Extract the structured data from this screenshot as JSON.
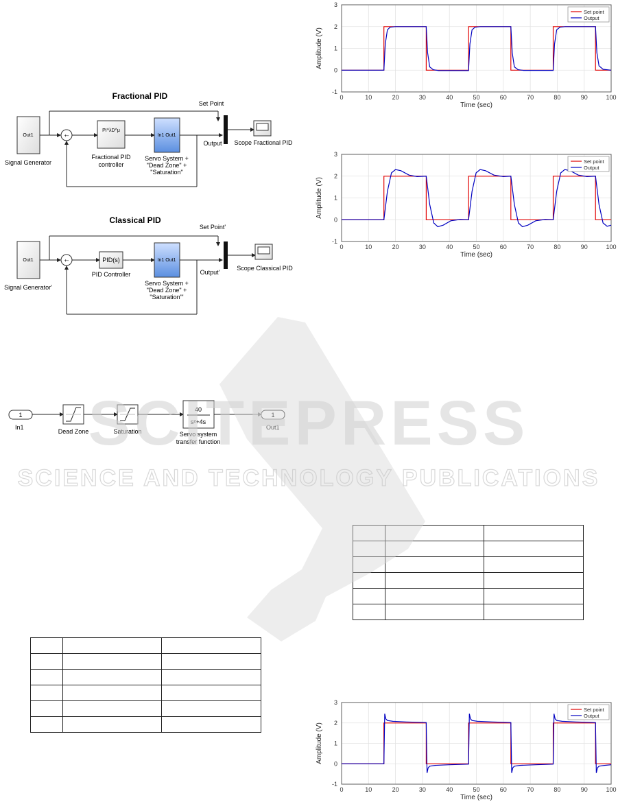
{
  "diagram_top": {
    "title_fractional": "Fractional PID",
    "title_classical": "Classical PID",
    "frac": {
      "signal_block": "Out1",
      "signal_label": "Signal Generator",
      "sum_signs": "+-",
      "controller_block": "PI^λD^μ",
      "controller_label_1": "Fractional PID",
      "controller_label_2": "controller",
      "servo_block": "In1 Out1",
      "servo_label_1": "Servo System +",
      "servo_label_2": "\"Dead Zone\" +",
      "servo_label_3": "\"Saturation\"",
      "setpoint_label": "Set Point",
      "output_label": "Output",
      "scope_label": "Scope Fractional PID"
    },
    "classic": {
      "signal_block": "Out1",
      "signal_label": "Signal Generator'",
      "sum_signs": "+-",
      "controller_block": "PID(s)",
      "controller_label": "PID Controller",
      "servo_block": "In1 Out1",
      "servo_label_1": "Servo System +",
      "servo_label_2": "\"Dead Zone\" +",
      "servo_label_3": "\"Saturation\"'",
      "setpoint_label": "Set Point'",
      "output_label": "Output'",
      "scope_label": "Scope Classical PID"
    }
  },
  "diagram_servo": {
    "in_port": "1",
    "in_label": "In1",
    "deadzone_label": "Dead Zone",
    "saturation_label": "Saturation",
    "tf_num": "40",
    "tf_den": "s²+4s",
    "tf_label_1": "Servo system",
    "tf_label_2": "transfer function",
    "out_port": "1",
    "out_label": "Out1"
  },
  "watermark": {
    "big": "SCITEPRESS",
    "small": "SCIENCE AND TECHNOLOGY PUBLICATIONS"
  },
  "chart_data": [
    {
      "type": "line",
      "xlabel": "Time (sec)",
      "ylabel": "Amplitude (V)",
      "xlim": [
        0,
        100
      ],
      "ylim": [
        -1,
        3
      ],
      "xticks": [
        0,
        10,
        20,
        30,
        40,
        50,
        60,
        70,
        80,
        90,
        100
      ],
      "yticks": [
        -1,
        0,
        1,
        2,
        3
      ],
      "grid": true,
      "legend_position": "top-right",
      "series": [
        {
          "name": "Set point",
          "color": "#e00000",
          "x": [
            0,
            15.7,
            15.7,
            31.4,
            31.4,
            47.1,
            47.1,
            62.8,
            62.8,
            78.5,
            78.5,
            94.2,
            94.2,
            100
          ],
          "y": [
            0,
            0,
            2,
            2,
            0,
            0,
            2,
            2,
            0,
            0,
            2,
            2,
            0,
            0
          ]
        },
        {
          "name": "Output",
          "color": "#0000c0",
          "x": [
            0,
            15.7,
            16.2,
            17,
            18,
            20,
            31.4,
            31.9,
            32.7,
            34,
            36,
            47.1,
            47.6,
            48.4,
            49.5,
            51.5,
            62.8,
            63.3,
            64.1,
            65.5,
            67.5,
            78.5,
            79,
            79.8,
            81,
            83,
            94.2,
            94.7,
            95.5,
            97,
            100
          ],
          "y": [
            0,
            0,
            1.2,
            1.85,
            1.97,
            2,
            2,
            0.8,
            0.15,
            0.02,
            -0.02,
            -0.02,
            1.2,
            1.85,
            1.97,
            2,
            2,
            0.8,
            0.15,
            0.02,
            -0.01,
            -0.01,
            1.2,
            1.85,
            1.97,
            2,
            2,
            0.8,
            0.2,
            0.04,
            0
          ]
        }
      ]
    },
    {
      "type": "line",
      "xlabel": "Time (sec)",
      "ylabel": "Amplitude (V)",
      "xlim": [
        0,
        100
      ],
      "ylim": [
        -1,
        3
      ],
      "xticks": [
        0,
        10,
        20,
        30,
        40,
        50,
        60,
        70,
        80,
        90,
        100
      ],
      "yticks": [
        -1,
        0,
        1,
        2,
        3
      ],
      "grid": true,
      "legend_position": "top-right",
      "series": [
        {
          "name": "Set point",
          "color": "#e00000",
          "x": [
            0,
            15.7,
            15.7,
            31.4,
            31.4,
            47.1,
            47.1,
            62.8,
            62.8,
            78.5,
            78.5,
            94.2,
            94.2,
            100
          ],
          "y": [
            0,
            0,
            2,
            2,
            0,
            0,
            2,
            2,
            0,
            0,
            2,
            2,
            0,
            0
          ]
        },
        {
          "name": "Output",
          "color": "#0000c0",
          "x": [
            0,
            15.7,
            17,
            18.5,
            20,
            22,
            25,
            28,
            31.4,
            32.7,
            34.2,
            35.7,
            37.7,
            40.5,
            44,
            47.1,
            48.4,
            49.9,
            51.4,
            53.4,
            56.5,
            60,
            62.8,
            64.1,
            65.6,
            67.1,
            69.1,
            72,
            75.5,
            78.5,
            79.8,
            81.3,
            82.8,
            84.8,
            87.8,
            91,
            94.2,
            95.5,
            97,
            98.5,
            100
          ],
          "y": [
            0,
            0,
            1.3,
            2.15,
            2.3,
            2.25,
            2.05,
            1.98,
            2,
            0.7,
            -0.15,
            -0.32,
            -0.25,
            -0.05,
            0.01,
            0,
            1.3,
            2.15,
            2.3,
            2.25,
            2.05,
            1.98,
            2,
            0.7,
            -0.15,
            -0.32,
            -0.25,
            -0.05,
            0.01,
            0,
            1.3,
            2.15,
            2.3,
            2.25,
            2.05,
            1.98,
            2,
            0.7,
            -0.15,
            -0.3,
            -0.25
          ]
        }
      ]
    },
    {
      "type": "line",
      "xlabel": "Time (sec)",
      "ylabel": "Amplitude (V)",
      "xlim": [
        0,
        100
      ],
      "ylim": [
        -1,
        3
      ],
      "xticks": [
        0,
        10,
        20,
        30,
        40,
        50,
        60,
        70,
        80,
        90,
        100
      ],
      "yticks": [
        -1,
        0,
        1,
        2,
        3
      ],
      "grid": true,
      "legend_position": "top-right",
      "series": [
        {
          "name": "Set point",
          "color": "#e00000",
          "x": [
            0,
            15.7,
            15.7,
            31.4,
            31.4,
            47.1,
            47.1,
            62.8,
            62.8,
            78.5,
            78.5,
            94.2,
            94.2,
            100
          ],
          "y": [
            0,
            0,
            2,
            2,
            0,
            0,
            2,
            2,
            0,
            0,
            2,
            2,
            0,
            0
          ]
        },
        {
          "name": "Output",
          "color": "#0000c0",
          "x": [
            0,
            15.7,
            16,
            16.4,
            17,
            19,
            24,
            31.4,
            31.7,
            32.1,
            32.7,
            34.7,
            40,
            47.1,
            47.4,
            47.8,
            48.4,
            50.4,
            56,
            62.8,
            63.1,
            63.5,
            64.1,
            66.1,
            72,
            78.5,
            78.8,
            79.2,
            79.8,
            81.8,
            87,
            94.2,
            94.5,
            94.9,
            95.5,
            97.5,
            100
          ],
          "y": [
            0,
            0,
            2.45,
            2.2,
            2.12,
            2.08,
            2.05,
            2.02,
            -0.45,
            -0.2,
            -0.12,
            -0.08,
            -0.05,
            -0.02,
            2.45,
            2.2,
            2.12,
            2.08,
            2.05,
            2.02,
            -0.45,
            -0.2,
            -0.12,
            -0.08,
            -0.05,
            -0.02,
            2.45,
            2.2,
            2.12,
            2.08,
            2.05,
            2.02,
            -0.45,
            -0.2,
            -0.12,
            -0.08,
            -0.05
          ]
        }
      ]
    }
  ]
}
